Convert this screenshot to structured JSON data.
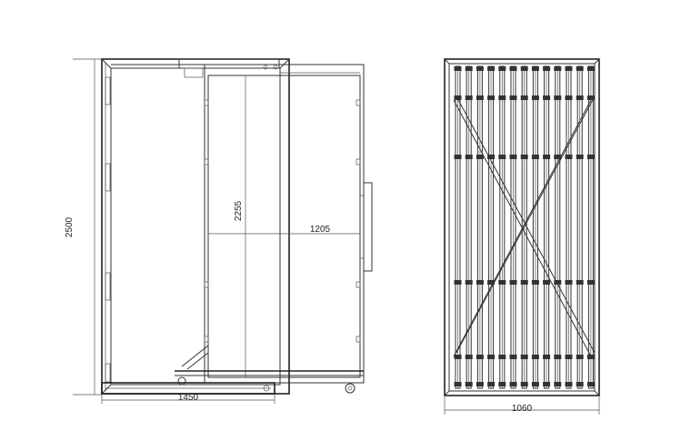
{
  "dimensions": {
    "overall_height": "2500",
    "inner_height": "2255",
    "inner_width": "1205",
    "front_width": "1450",
    "side_width": "1060"
  }
}
